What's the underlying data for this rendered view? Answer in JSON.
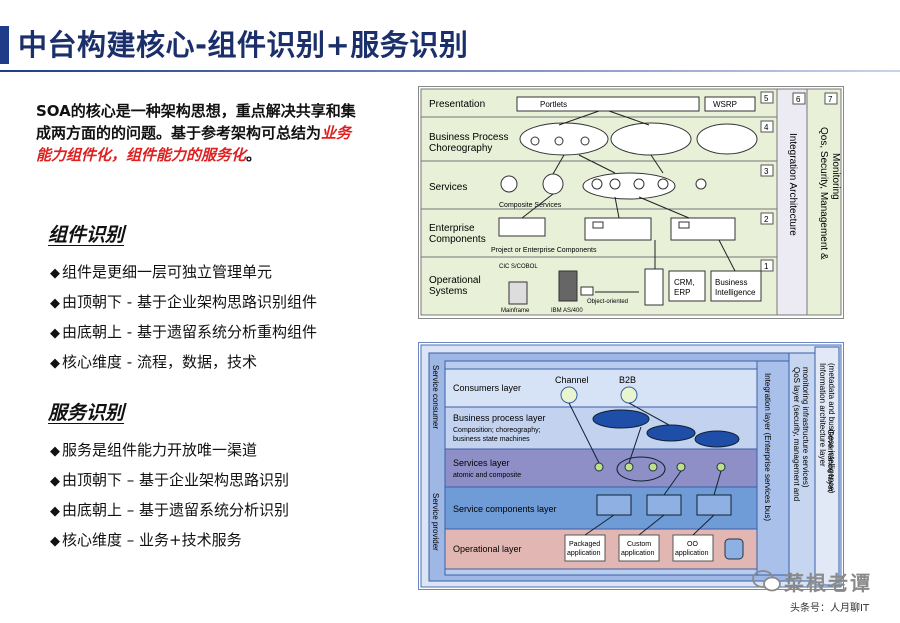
{
  "title": "中台构建核心-组件识别+服务识别",
  "intro": {
    "part1": "SOA的核心是一种架构思想，重点解决共享和集成两方面的的问题。基于参考架构可总结为",
    "highlight": "业务能力组件化，组件能力的服务化",
    "part2": "。"
  },
  "section_component": {
    "heading": "组件识别",
    "items": [
      "组件是更细一层可独立管理单元",
      "由顶朝下 - 基于企业架构思路识别组件",
      "由底朝上 - 基于遗留系统分析重构组件",
      "核心维度 - 流程，数据，技术"
    ]
  },
  "section_service": {
    "heading": "服务识别",
    "items": [
      "服务是组件能力开放唯一渠道",
      "由顶朝下 – 基于企业架构思路识别",
      "由底朝上 – 基于遗留系统分析识别",
      "核心维度 – 业务+技术服务"
    ]
  },
  "diagram1": {
    "layers": [
      {
        "label": "Presentation",
        "num": "5"
      },
      {
        "label": "Business Process Choreography",
        "num": "4"
      },
      {
        "label": "Services",
        "num": "3"
      },
      {
        "label": "Enterprise Components",
        "num": "2"
      },
      {
        "label": "Operational Systems",
        "num": "1"
      }
    ],
    "portlets": "Portlets",
    "wsrp": "WSRP",
    "composite_services": "Composite Services",
    "project_components": "Project or Enterprise Components",
    "cics": "CIC S/COBOL",
    "object_oriented": "Object-oriented",
    "crm": "CRM, ERP",
    "bi": "Business Intelligence",
    "mainframe": "Mainframe",
    "ibm": "IBM AS/400",
    "integration_num": "6",
    "integration": "Integration Architecture",
    "qos_num": "7",
    "qos": "Qos, Security, Management & Monitoring"
  },
  "diagram2": {
    "layers": [
      {
        "label": "Consumers layer",
        "sub": ""
      },
      {
        "label": "Business process layer",
        "sub": "Composition; choreography; business state machines"
      },
      {
        "label": "Services layer",
        "sub": "atomic and composite"
      },
      {
        "label": "Service components layer",
        "sub": ""
      },
      {
        "label": "Operational layer",
        "sub": ""
      }
    ],
    "channel": "Channel",
    "b2b": "B2B",
    "packaged": "Packaged application",
    "custom": "Custom application",
    "oo": "OO application",
    "service_consumer": "Service consumer",
    "service_provider": "Service provider",
    "integration_layer": "Integration layer (Enterprise services bus)",
    "qos_layer": "QoS layer (security, management and monitoring infrastructure services)",
    "info_layer": "Information architecture layer (metadata and business intelligence)",
    "governance_layer": "Governance layer"
  },
  "watermark": "菜根老谭",
  "footer": "头条号：人月聊IT"
}
